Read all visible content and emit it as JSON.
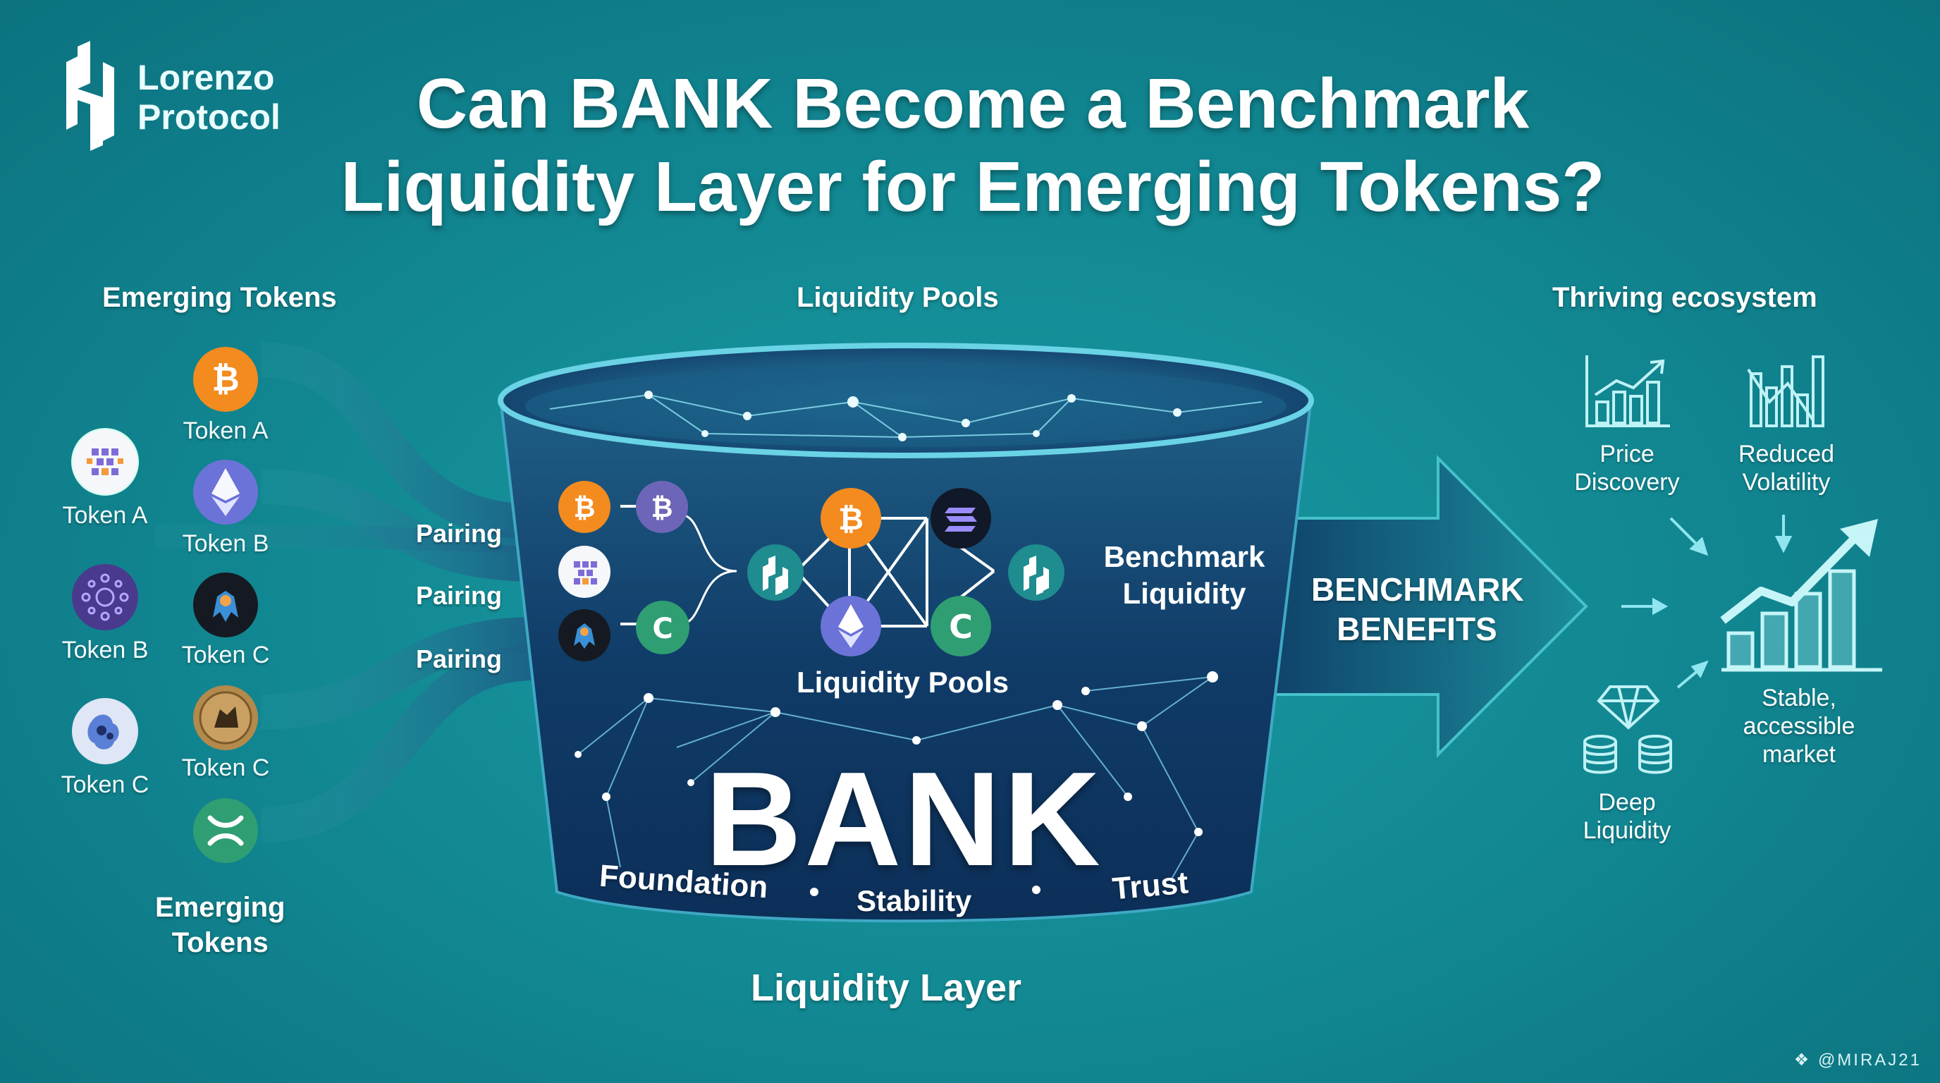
{
  "brand": {
    "line1": "Lorenzo",
    "line2": "Protocol"
  },
  "title": {
    "line1": "Can BANK Become a Benchmark",
    "line2": "Liquidity Layer for Emerging Tokens?"
  },
  "sections": {
    "emerging_tokens": "Emerging Tokens",
    "liquidity_pools": "Liquidity Pools",
    "thriving_ecosystem": "Thriving ecosystem"
  },
  "tokens": {
    "col_left": [
      "Token A",
      "Token B",
      "Token C"
    ],
    "col_right": [
      "Token A",
      "Token B",
      "Token C",
      "Token C"
    ]
  },
  "emerging_footer": {
    "line1": "Emerging",
    "line2": "Tokens"
  },
  "pairing": [
    "Pairing",
    "Pairing",
    "Pairing"
  ],
  "bank": {
    "word": "BANK",
    "pools_label": "Liquidity Pools",
    "benchmark": {
      "line1": "Benchmark",
      "line2": "Liquidity"
    },
    "pillars": [
      "Foundation",
      "Stability",
      "Trust"
    ],
    "layer_label": "Liquidity Layer"
  },
  "arrow": {
    "line1": "BENCHMARK",
    "line2": "BENEFITS"
  },
  "ecosystem": {
    "price_discovery": {
      "line1": "Price",
      "line2": "Discovery"
    },
    "reduced_volatility": {
      "line1": "Reduced",
      "line2": "Volatility"
    },
    "deep_liquidity": {
      "line1": "Deep",
      "line2": "Liquidity"
    },
    "stable_market": {
      "line1": "Stable,",
      "line2": "accessible",
      "line3": "market"
    }
  },
  "watermark": "@MIRAJ21",
  "colors": {
    "background": "#128a94",
    "bucket": "#0f3d66",
    "bitcoin": "#f38b1f",
    "ethereum": "#6b73d8",
    "xrp_green": "#2f9e72",
    "lorenzo_teal": "#1f8c8f"
  }
}
